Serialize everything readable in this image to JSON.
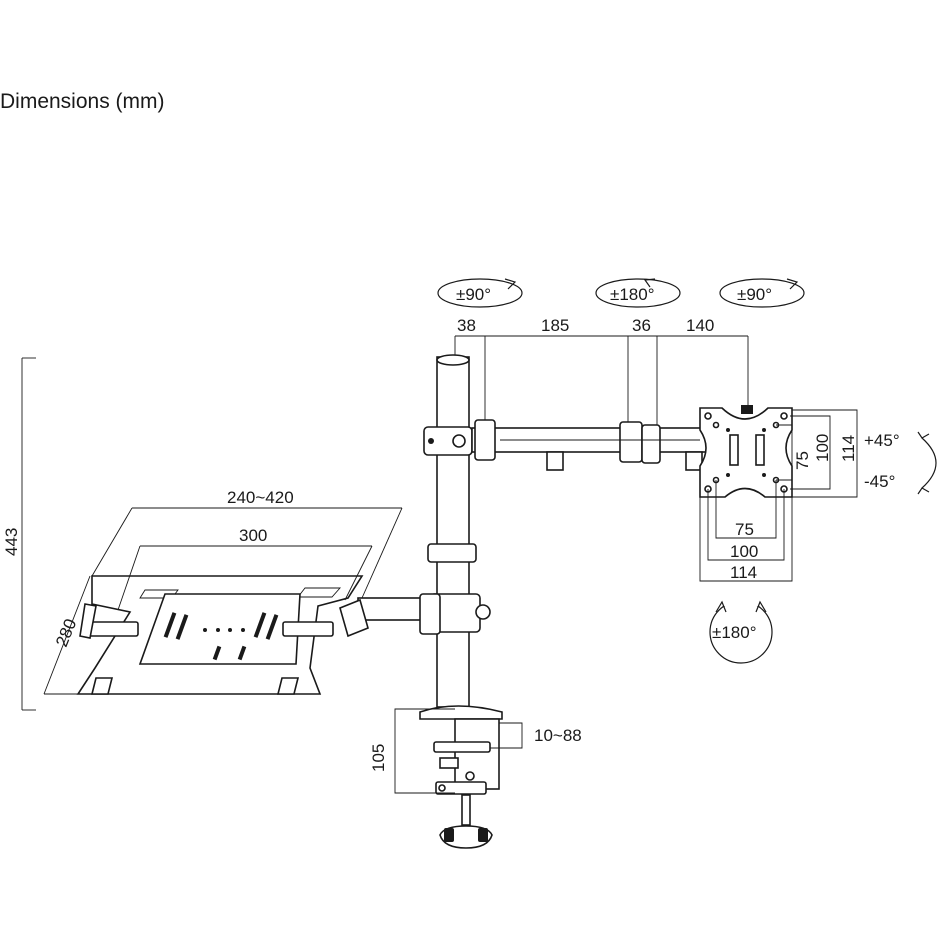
{
  "title": "Dimensions (mm)",
  "rotation_labels": {
    "arm_left": "±90°",
    "arm_middle": "±180°",
    "head_swivel": "±90°",
    "panel_rotation": "±180°",
    "tilt_up": "+45°",
    "tilt_down": "-45°"
  },
  "arm_dimensions": {
    "d1": "38",
    "d2": "185",
    "d3": "36",
    "d4": "140"
  },
  "vesa": {
    "vertical_inner": "75",
    "vertical_mid": "100",
    "vertical_outer": "114",
    "horizontal_inner": "75",
    "horizontal_mid": "100",
    "horizontal_outer": "114"
  },
  "laptop_tray": {
    "width_range": "240~420",
    "inner_width": "300",
    "depth": "280"
  },
  "overall_height": "443",
  "clamp": {
    "height": "105",
    "desk_thickness": "10~88"
  },
  "colors": {
    "line": "#1a1a1a",
    "accent_fill": "#9a9a9a"
  }
}
